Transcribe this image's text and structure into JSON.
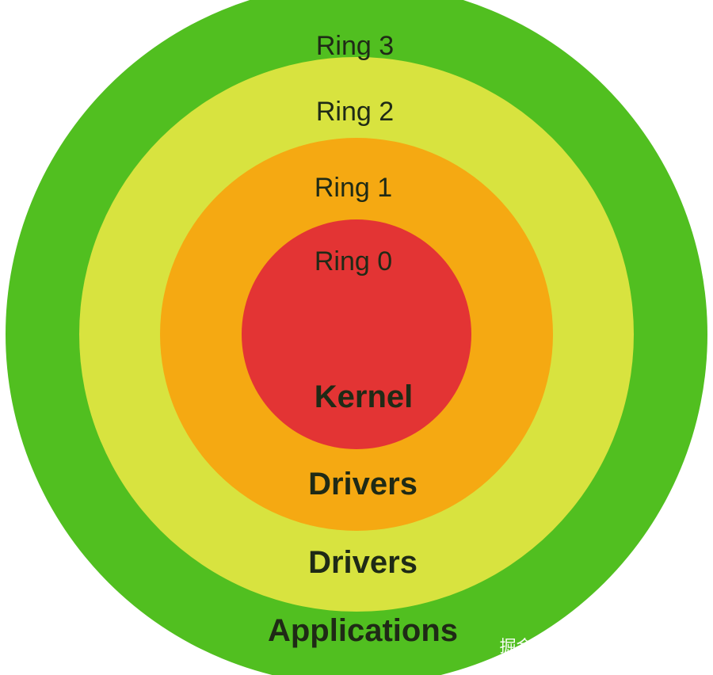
{
  "rings": [
    {
      "title": "Ring 3",
      "role": "Applications",
      "color": "#51bf20"
    },
    {
      "title": "Ring 2",
      "role": "Drivers",
      "color": "#d8e33f"
    },
    {
      "title": "Ring 1",
      "role": "Drivers",
      "color": "#f5a912"
    },
    {
      "title": "Ring 0",
      "role": "Kernel",
      "color": "#e33434"
    }
  ],
  "watermark": {
    "text": "掘金技术社区 @ 布客飞龙"
  }
}
